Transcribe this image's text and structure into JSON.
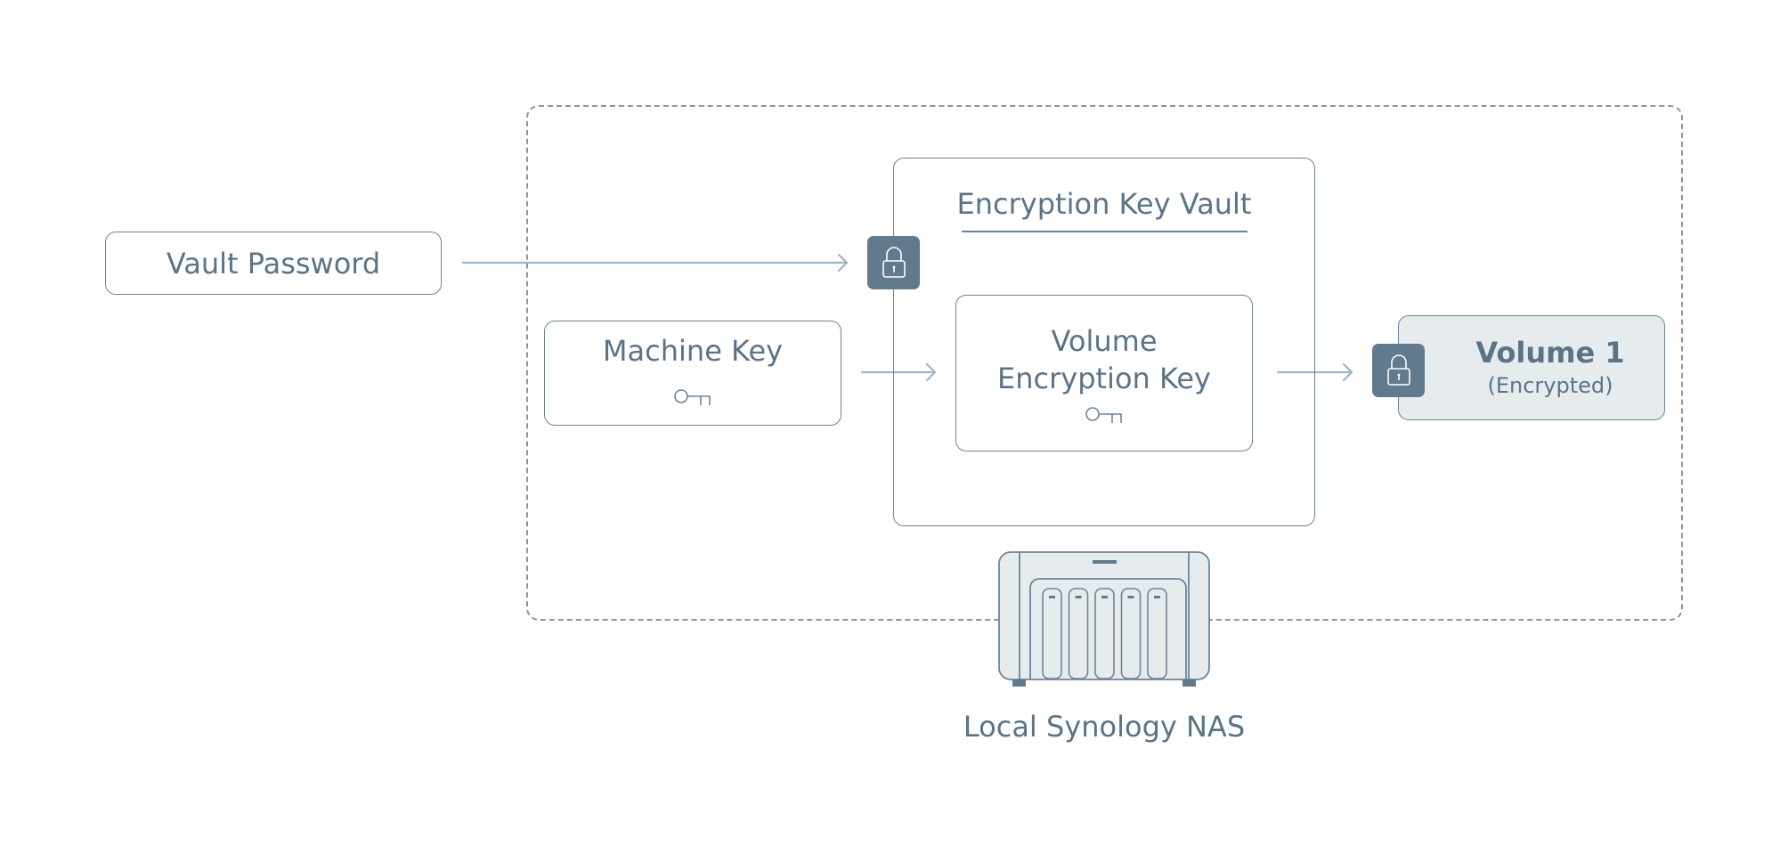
{
  "nodes": {
    "vault_password": {
      "label": "Vault Password"
    },
    "machine_key": {
      "label": "Machine Key",
      "icon": "key-icon"
    },
    "vault": {
      "title": "Encryption Key Vault",
      "icon": "lock-icon"
    },
    "volume_key": {
      "line1": "Volume",
      "line2": "Encryption Key",
      "icon": "key-icon"
    },
    "volume": {
      "title": "Volume 1",
      "subtitle": "(Encrypted)",
      "icon": "lock-icon"
    },
    "nas": {
      "label": "Local Synology NAS",
      "icon": "nas-device-icon",
      "drive_bays": 5
    }
  },
  "edges": [
    {
      "from": "vault_password",
      "to": "vault"
    },
    {
      "from": "machine_key",
      "to": "volume_key"
    },
    {
      "from": "volume_key",
      "to": "volume"
    }
  ],
  "colors": {
    "border": "#6d8498",
    "text": "#5b7387",
    "arrow": "#9db5c5",
    "lock_fill": "#627a8d",
    "volume_fill": "#e6eced",
    "nas_fill": "#e6eced"
  }
}
